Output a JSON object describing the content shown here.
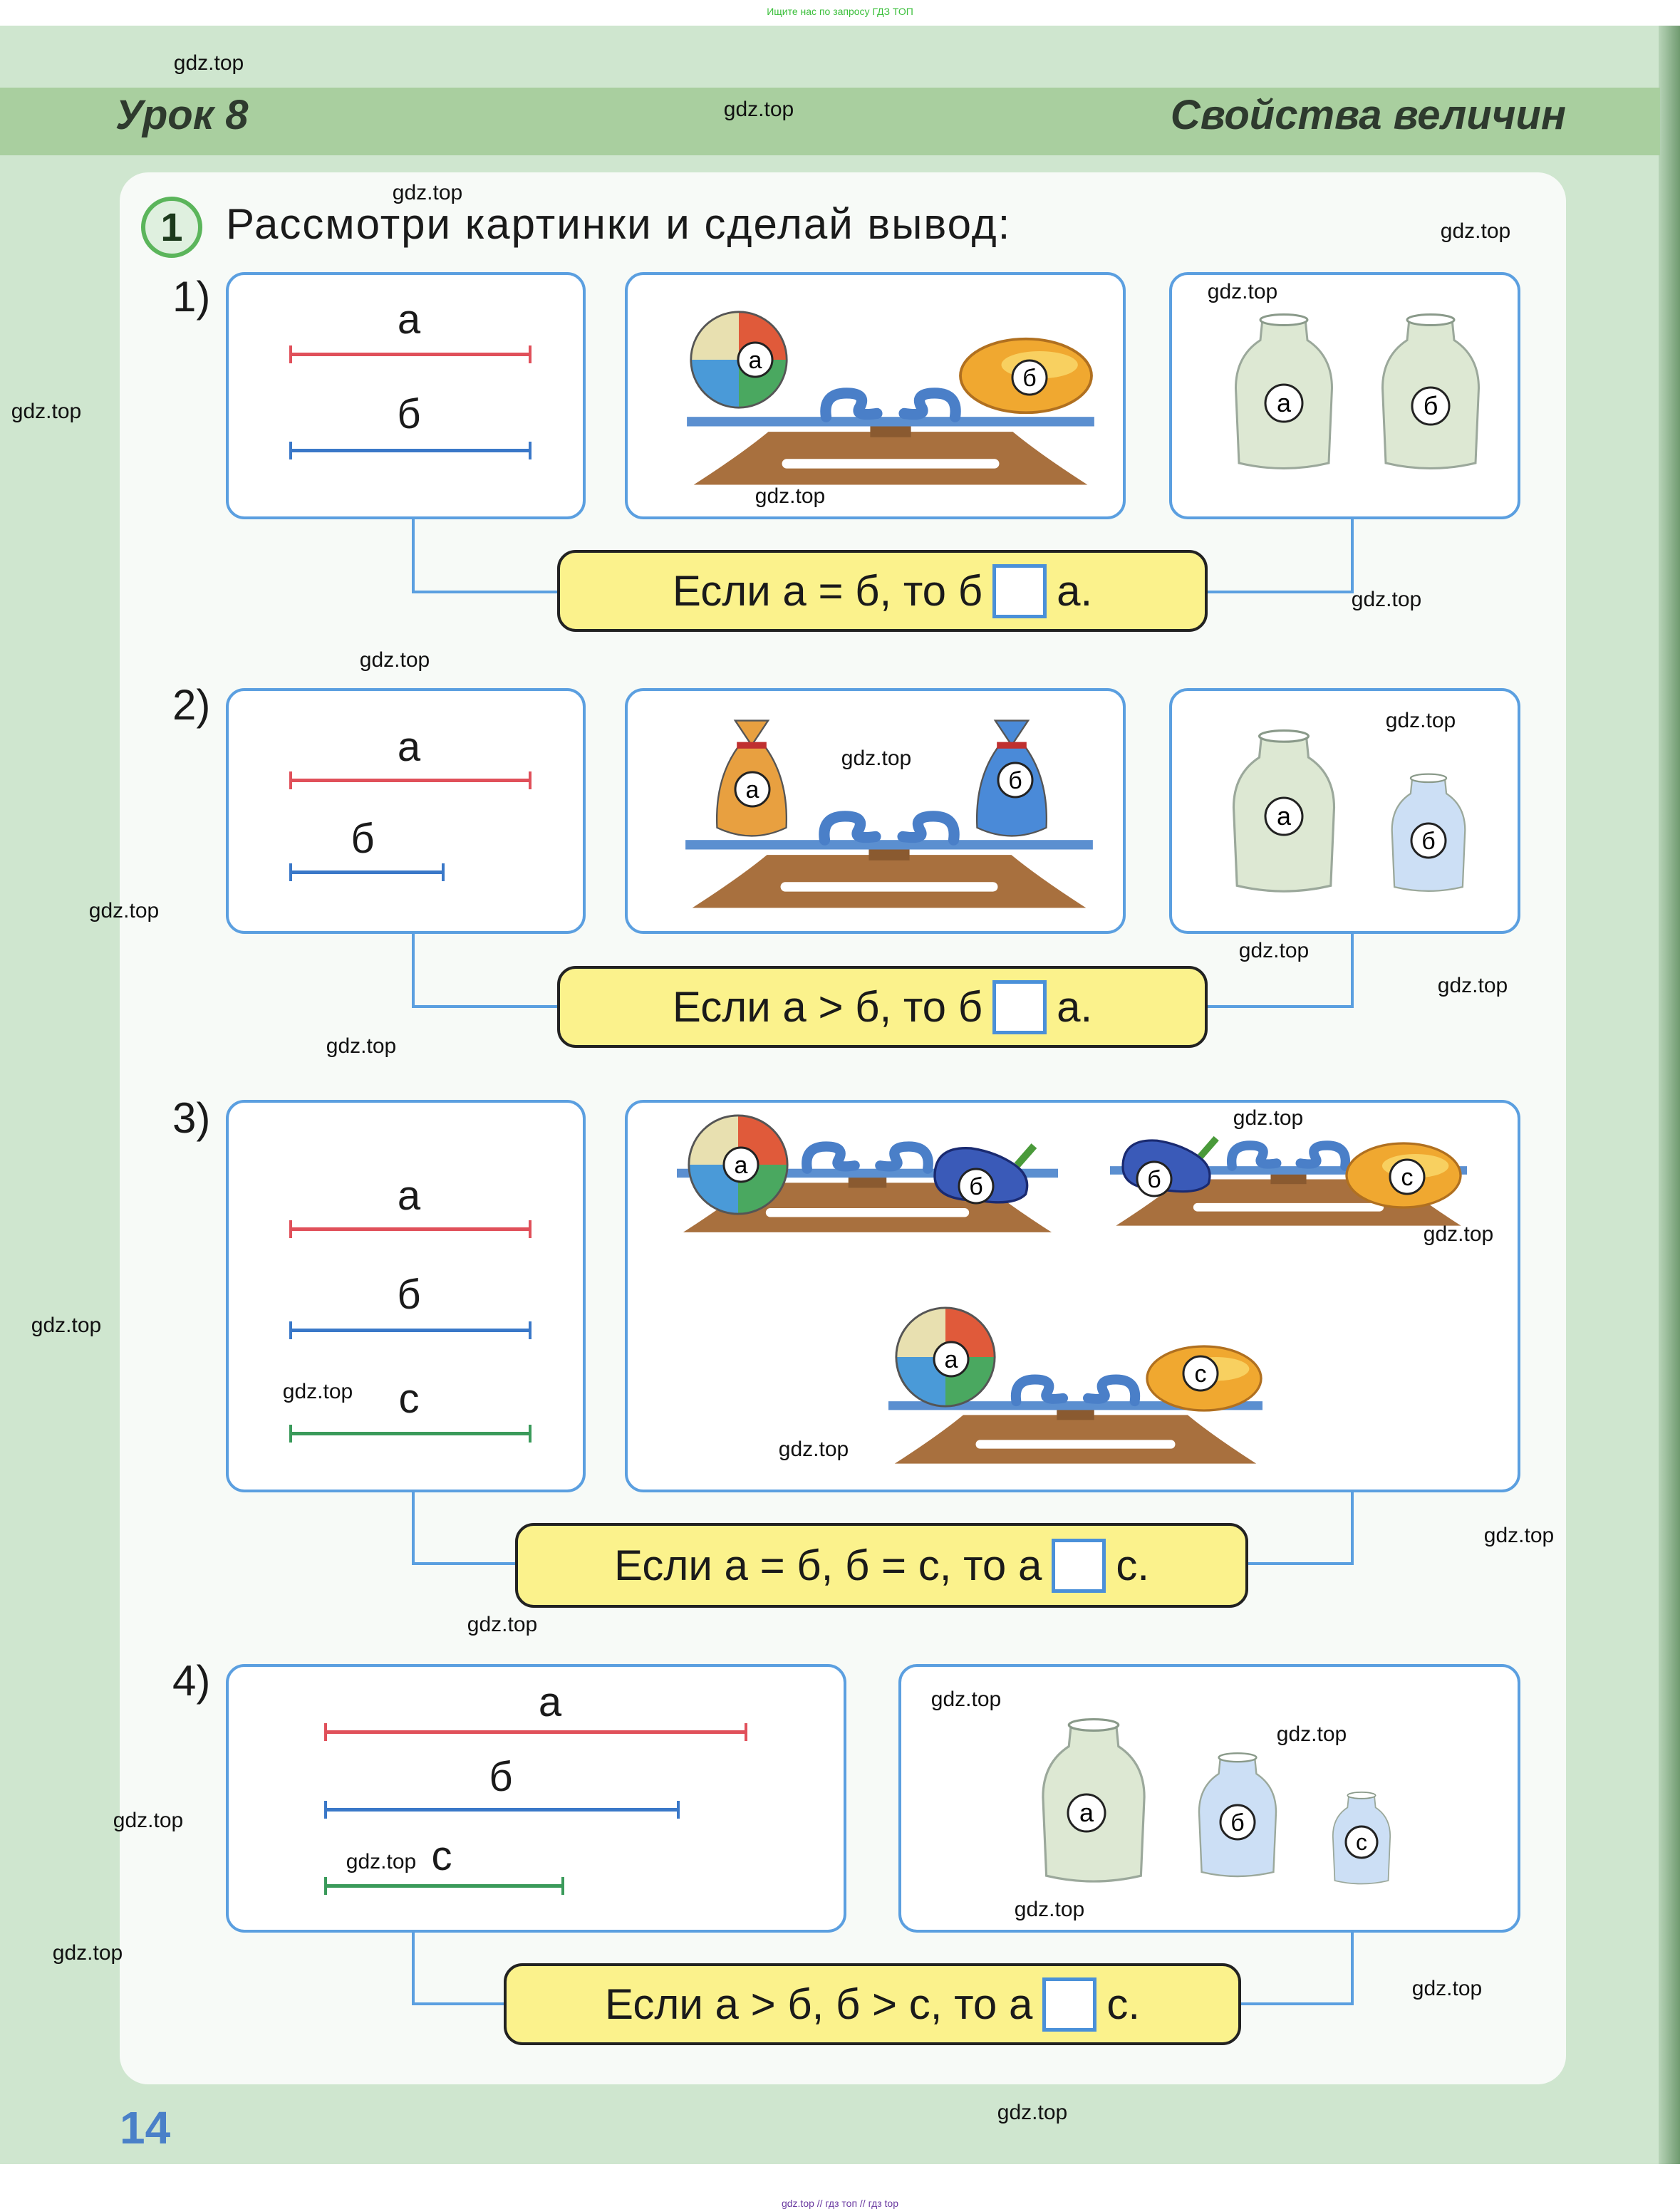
{
  "top_note": "Ищите нас по запросу ГДЗ ТОП",
  "bottom_note": "gdz.top // гдз топ // гдз top",
  "header": {
    "lesson": "Урок 8",
    "topic": "Свойства величин"
  },
  "task": {
    "number": "1",
    "title": "Рассмотри картинки и сделай вывод:"
  },
  "rows": [
    {
      "num": "1)",
      "labels": [
        "а",
        "б"
      ],
      "obj": [
        "а",
        "б",
        "а",
        "б"
      ],
      "before": "Если а = б, то б",
      "after": "а."
    },
    {
      "num": "2)",
      "labels": [
        "а",
        "б"
      ],
      "obj": [
        "а",
        "б",
        "а",
        "б"
      ],
      "before": "Если а > б, то б",
      "after": "а."
    },
    {
      "num": "3)",
      "labels": [
        "а",
        "б",
        "с"
      ],
      "obj": [
        "а",
        "б",
        "б",
        "с",
        "а",
        "с"
      ],
      "before": "Если а = б, б = с, то а",
      "after": "с."
    },
    {
      "num": "4)",
      "labels": [
        "а",
        "б",
        "с"
      ],
      "obj": [
        "а",
        "б",
        "с"
      ],
      "before": "Если а > б, б > с, то а",
      "after": "с."
    }
  ],
  "page_number": "14",
  "watermarks": [
    "gdz.top",
    "gdz.top",
    "gdz.top",
    "gdz.top",
    "gdz.top",
    "gdz.top",
    "gdz.top",
    "gdz.top",
    "gdz.top",
    "gdz.top",
    "gdz.top",
    "gdz.top",
    "gdz.top",
    "gdz.top",
    "gdz.top",
    "gdz.top",
    "gdz.top",
    "gdz.top",
    "gdz.top",
    "gdz.top",
    "gdz.top",
    "gdz.top",
    "gdz.top",
    "gdz.top",
    "gdz.top",
    "gdz.top",
    "gdz.top",
    "gdz.top",
    "gdz.top",
    "gdz.top"
  ]
}
